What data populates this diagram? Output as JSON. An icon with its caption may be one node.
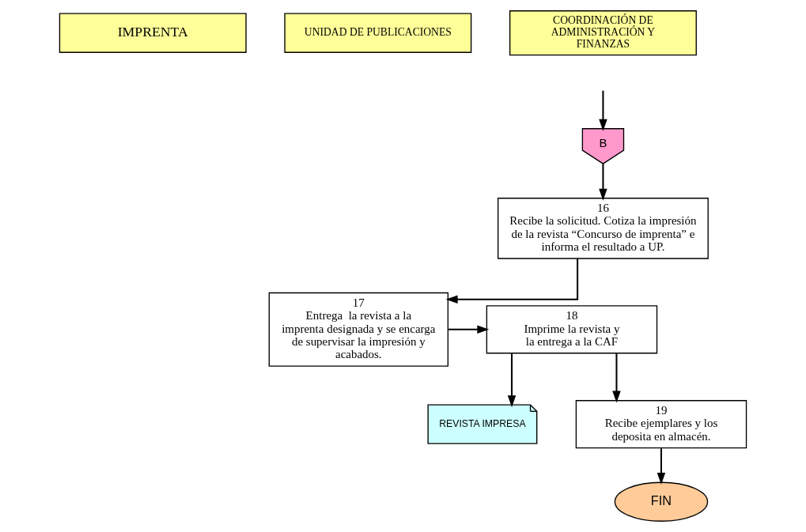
{
  "diagram": {
    "nodes": [
      {
        "text": [
          "IMPRENTA"
        ]
      },
      {
        "text": [
          "UNIDAD DE PUBLICACIONES"
        ]
      },
      {
        "text": [
          "COORDINACIÓN DE ADMINISTRACIÓN Y FINANZAS"
        ]
      },
      {
        "text": [
          "B"
        ]
      },
      {
        "text": [
          "16",
          "Recibe la solicitud. Cotiza la impresión de la revista “Concurso de imprenta” e informa el resultado a UP."
        ]
      },
      {
        "text": [
          "17",
          "Entrega  la revista a la imprenta designada y se encarga de supervisar la impresión y acabados."
        ]
      },
      {
        "text": [
          "18",
          "Imprime la revista y la entrega a la CAF"
        ]
      },
      {
        "text": [
          "REVISTA IMPRESA"
        ]
      },
      {
        "text": [
          "19",
          "Recibe ejemplares y los deposita en almacén."
        ]
      },
      {
        "text": [
          "FIN"
        ]
      }
    ],
    "edges": [
      {
        "from": null,
        "to": 3,
        "arrow": "to"
      },
      {
        "from": 3,
        "to": 4,
        "arrow": "to"
      },
      {
        "from": 4,
        "to": 5,
        "arrow": "to"
      },
      {
        "from": 5,
        "to": 6,
        "arrow": "to"
      },
      {
        "from": 6,
        "to": 7,
        "arrow": "to"
      },
      {
        "from": 6,
        "to": 8,
        "arrow": "to"
      },
      {
        "from": 8,
        "to": 9,
        "arrow": "to"
      }
    ]
  }
}
